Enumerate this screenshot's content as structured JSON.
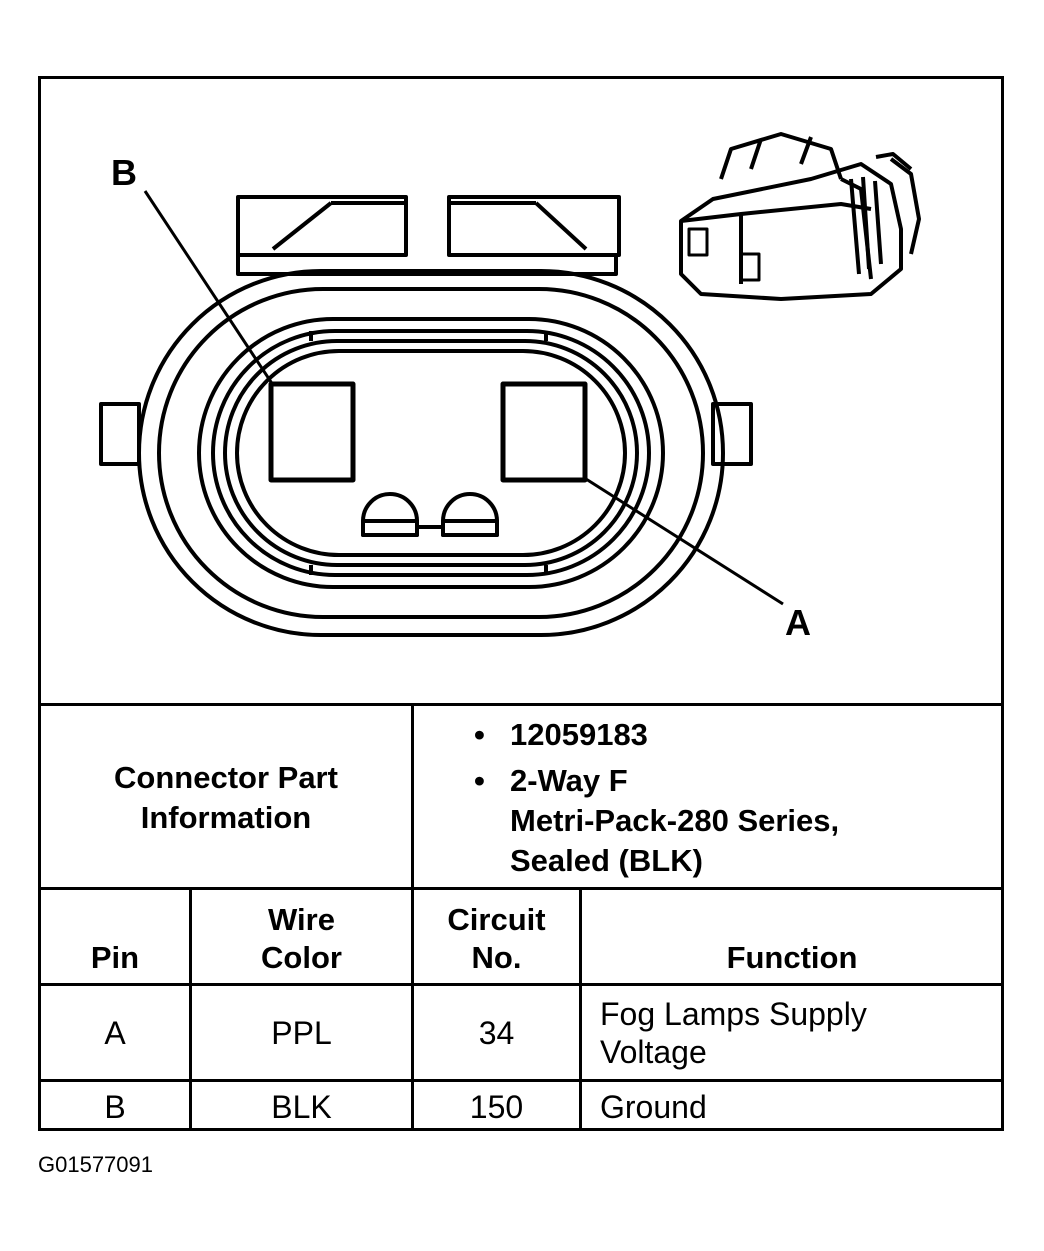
{
  "diagram": {
    "pin_labels": {
      "a": "A",
      "b": "B"
    }
  },
  "connector_info": {
    "label_line1": "Connector Part",
    "label_line2": "Information",
    "bullets": [
      {
        "lines": [
          "12059183"
        ]
      },
      {
        "lines": [
          "2-Way F",
          "Metri-Pack-280 Series,",
          "Sealed (BLK)"
        ]
      }
    ]
  },
  "table": {
    "headers": {
      "pin": "Pin",
      "wire_color_line1": "Wire",
      "wire_color_line2": "Color",
      "circuit_line1": "Circuit",
      "circuit_line2": "No.",
      "function": "Function"
    },
    "rows": [
      {
        "pin": "A",
        "wire_color": "PPL",
        "circuit": "34",
        "function_line1": "Fog Lamps Supply",
        "function_line2": "Voltage"
      },
      {
        "pin": "B",
        "wire_color": "BLK",
        "circuit": "150",
        "function_line1": "Ground",
        "function_line2": ""
      }
    ]
  },
  "figure_id": "G01577091",
  "bullet_char": "•"
}
